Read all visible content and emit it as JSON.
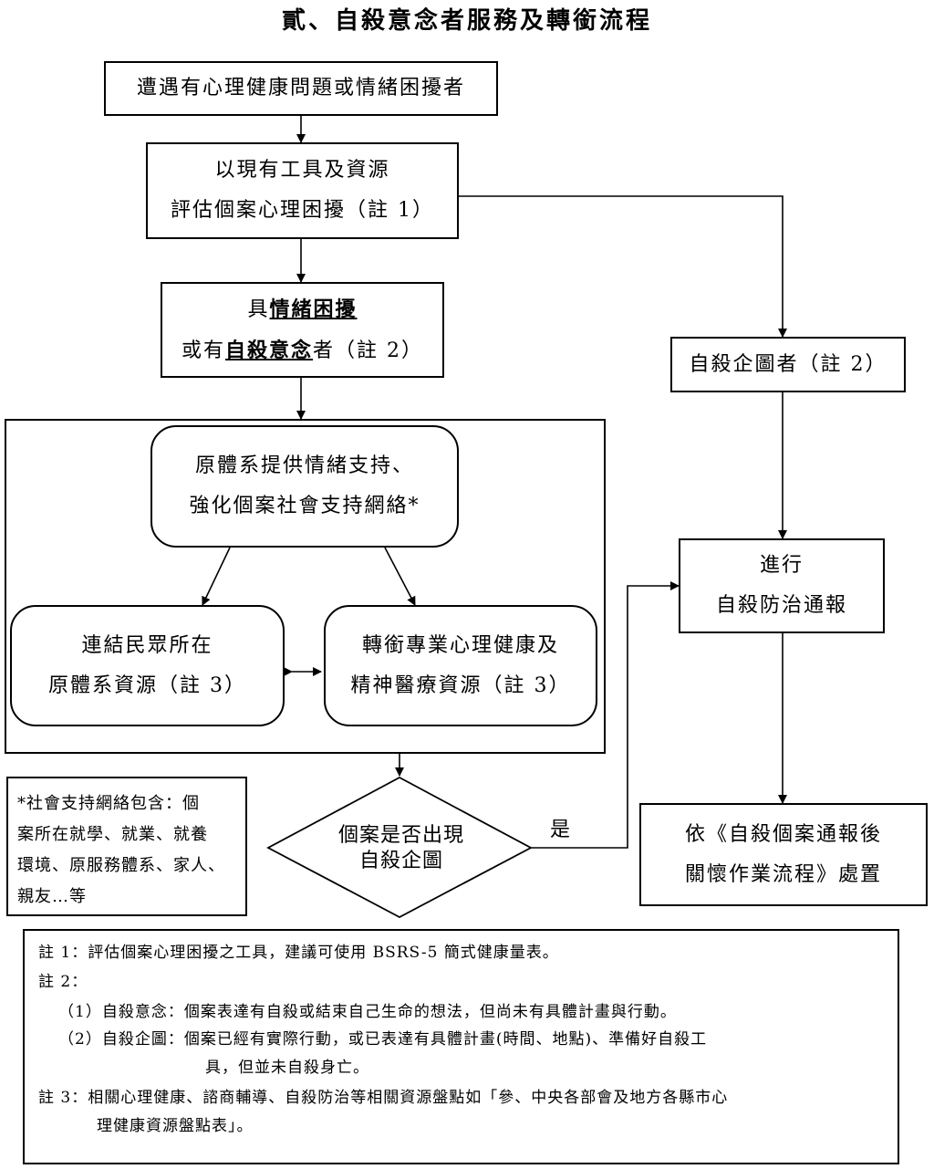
{
  "title": "貳、自殺意念者服務及轉銜流程",
  "nodes": {
    "n1": "遭遇有心理健康問題或情緒困擾者",
    "n2_line1": "以現有工具及資源",
    "n2_line2": "評估個案心理困擾（註 1）",
    "n3_pre": "具",
    "n3_emph1": "情緒困擾",
    "n3_mid": "或有",
    "n3_emph2": "自殺意念",
    "n3_post": "者（註 2）",
    "n4_line1": "原體系提供情緒支持、",
    "n4_line2": "強化個案社會支持網絡*",
    "n5_line1": "連結民眾所在",
    "n5_line2": "原體系資源（註 3）",
    "n6_line1": "轉銜專業心理健康及",
    "n6_line2": "精神醫療資源（註 3）",
    "n7_line1": "個案是否出現",
    "n7_line2": "自殺企圖",
    "n8": "自殺企圖者（註 2）",
    "n9_line1": "進行",
    "n9_line2": "自殺防治通報",
    "n10_line1": "依《自殺個案通報後",
    "n10_line2": "關懷作業流程》處置",
    "yes_label": "是"
  },
  "side_note": {
    "l1": "*社會支持網絡包含：個",
    "l2": "案所在就學、就業、就養",
    "l3": "環境、原服務體系、家人、",
    "l4": "親友…等"
  },
  "footnotes": {
    "n1": "註 1：評估個案心理困擾之工具，建議可使用 BSRS-5 簡式健康量表。",
    "n2": "註 2：",
    "n2_a": "（1）自殺意念：個案表達有自殺或結束自己生命的想法，但尚未有具體計畫與行動。",
    "n2_b1": "（2）自殺企圖：個案已經有實際行動，或已表達有具體計畫(時間、地點)、準備好自殺工",
    "n2_b2": "具，但並未自殺身亡。",
    "n3_1": "註 3：相關心理健康、諮商輔導、自殺防治等相關資源盤點如「參、中央各部會及地方各縣市心",
    "n3_2": "理健康資源盤點表」。"
  }
}
